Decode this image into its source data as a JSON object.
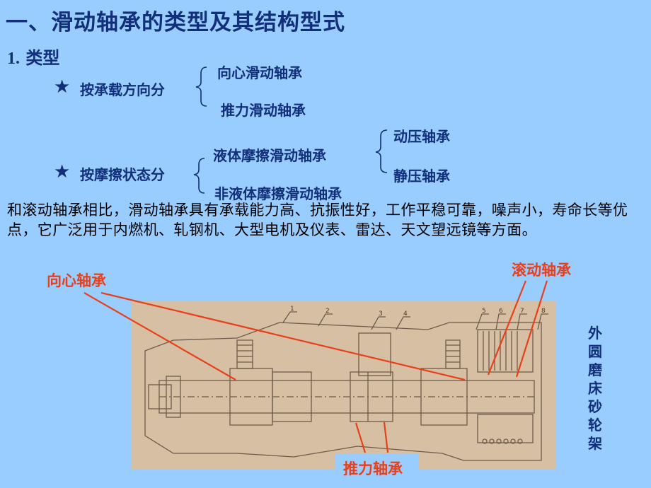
{
  "slide": {
    "title": "一、滑动轴承的类型及其结构型式",
    "section": {
      "number": "1.",
      "label": "类型"
    },
    "classification": [
      {
        "marker": "★",
        "label": "按承载方向分",
        "items": [
          "向心滑动轴承",
          "推力滑动轴承"
        ]
      },
      {
        "marker": "★",
        "label": "按摩擦状态分",
        "items": [
          {
            "label": "液体摩擦滑动轴承",
            "subitems": [
              "动压轴承",
              "静压轴承"
            ]
          },
          {
            "label": "非液体摩擦滑动轴承"
          }
        ]
      }
    ],
    "paragraph": "和滚动轴承相比，滑动轴承具有承载能力高、抗振性好，工作平稳可靠，噪声小，寿命长等优点，它广泛用于内燃机、轧钢机、大型电机及仪表、雷达、天文望远镜等方面。",
    "figure": {
      "caption_vertical": "外圆磨床砂轮架",
      "callouts": {
        "radial": "向心轴承",
        "rolling": "滚动轴承",
        "thrust": "推力轴承"
      },
      "part_numbers": [
        "1",
        "2",
        "3",
        "4",
        "5",
        "6",
        "7",
        "8"
      ]
    },
    "colors": {
      "background": "#99ccff",
      "text_primary": "#12307a",
      "callout": "#e8401a",
      "drawing_bg": "#d7bfa4"
    }
  }
}
